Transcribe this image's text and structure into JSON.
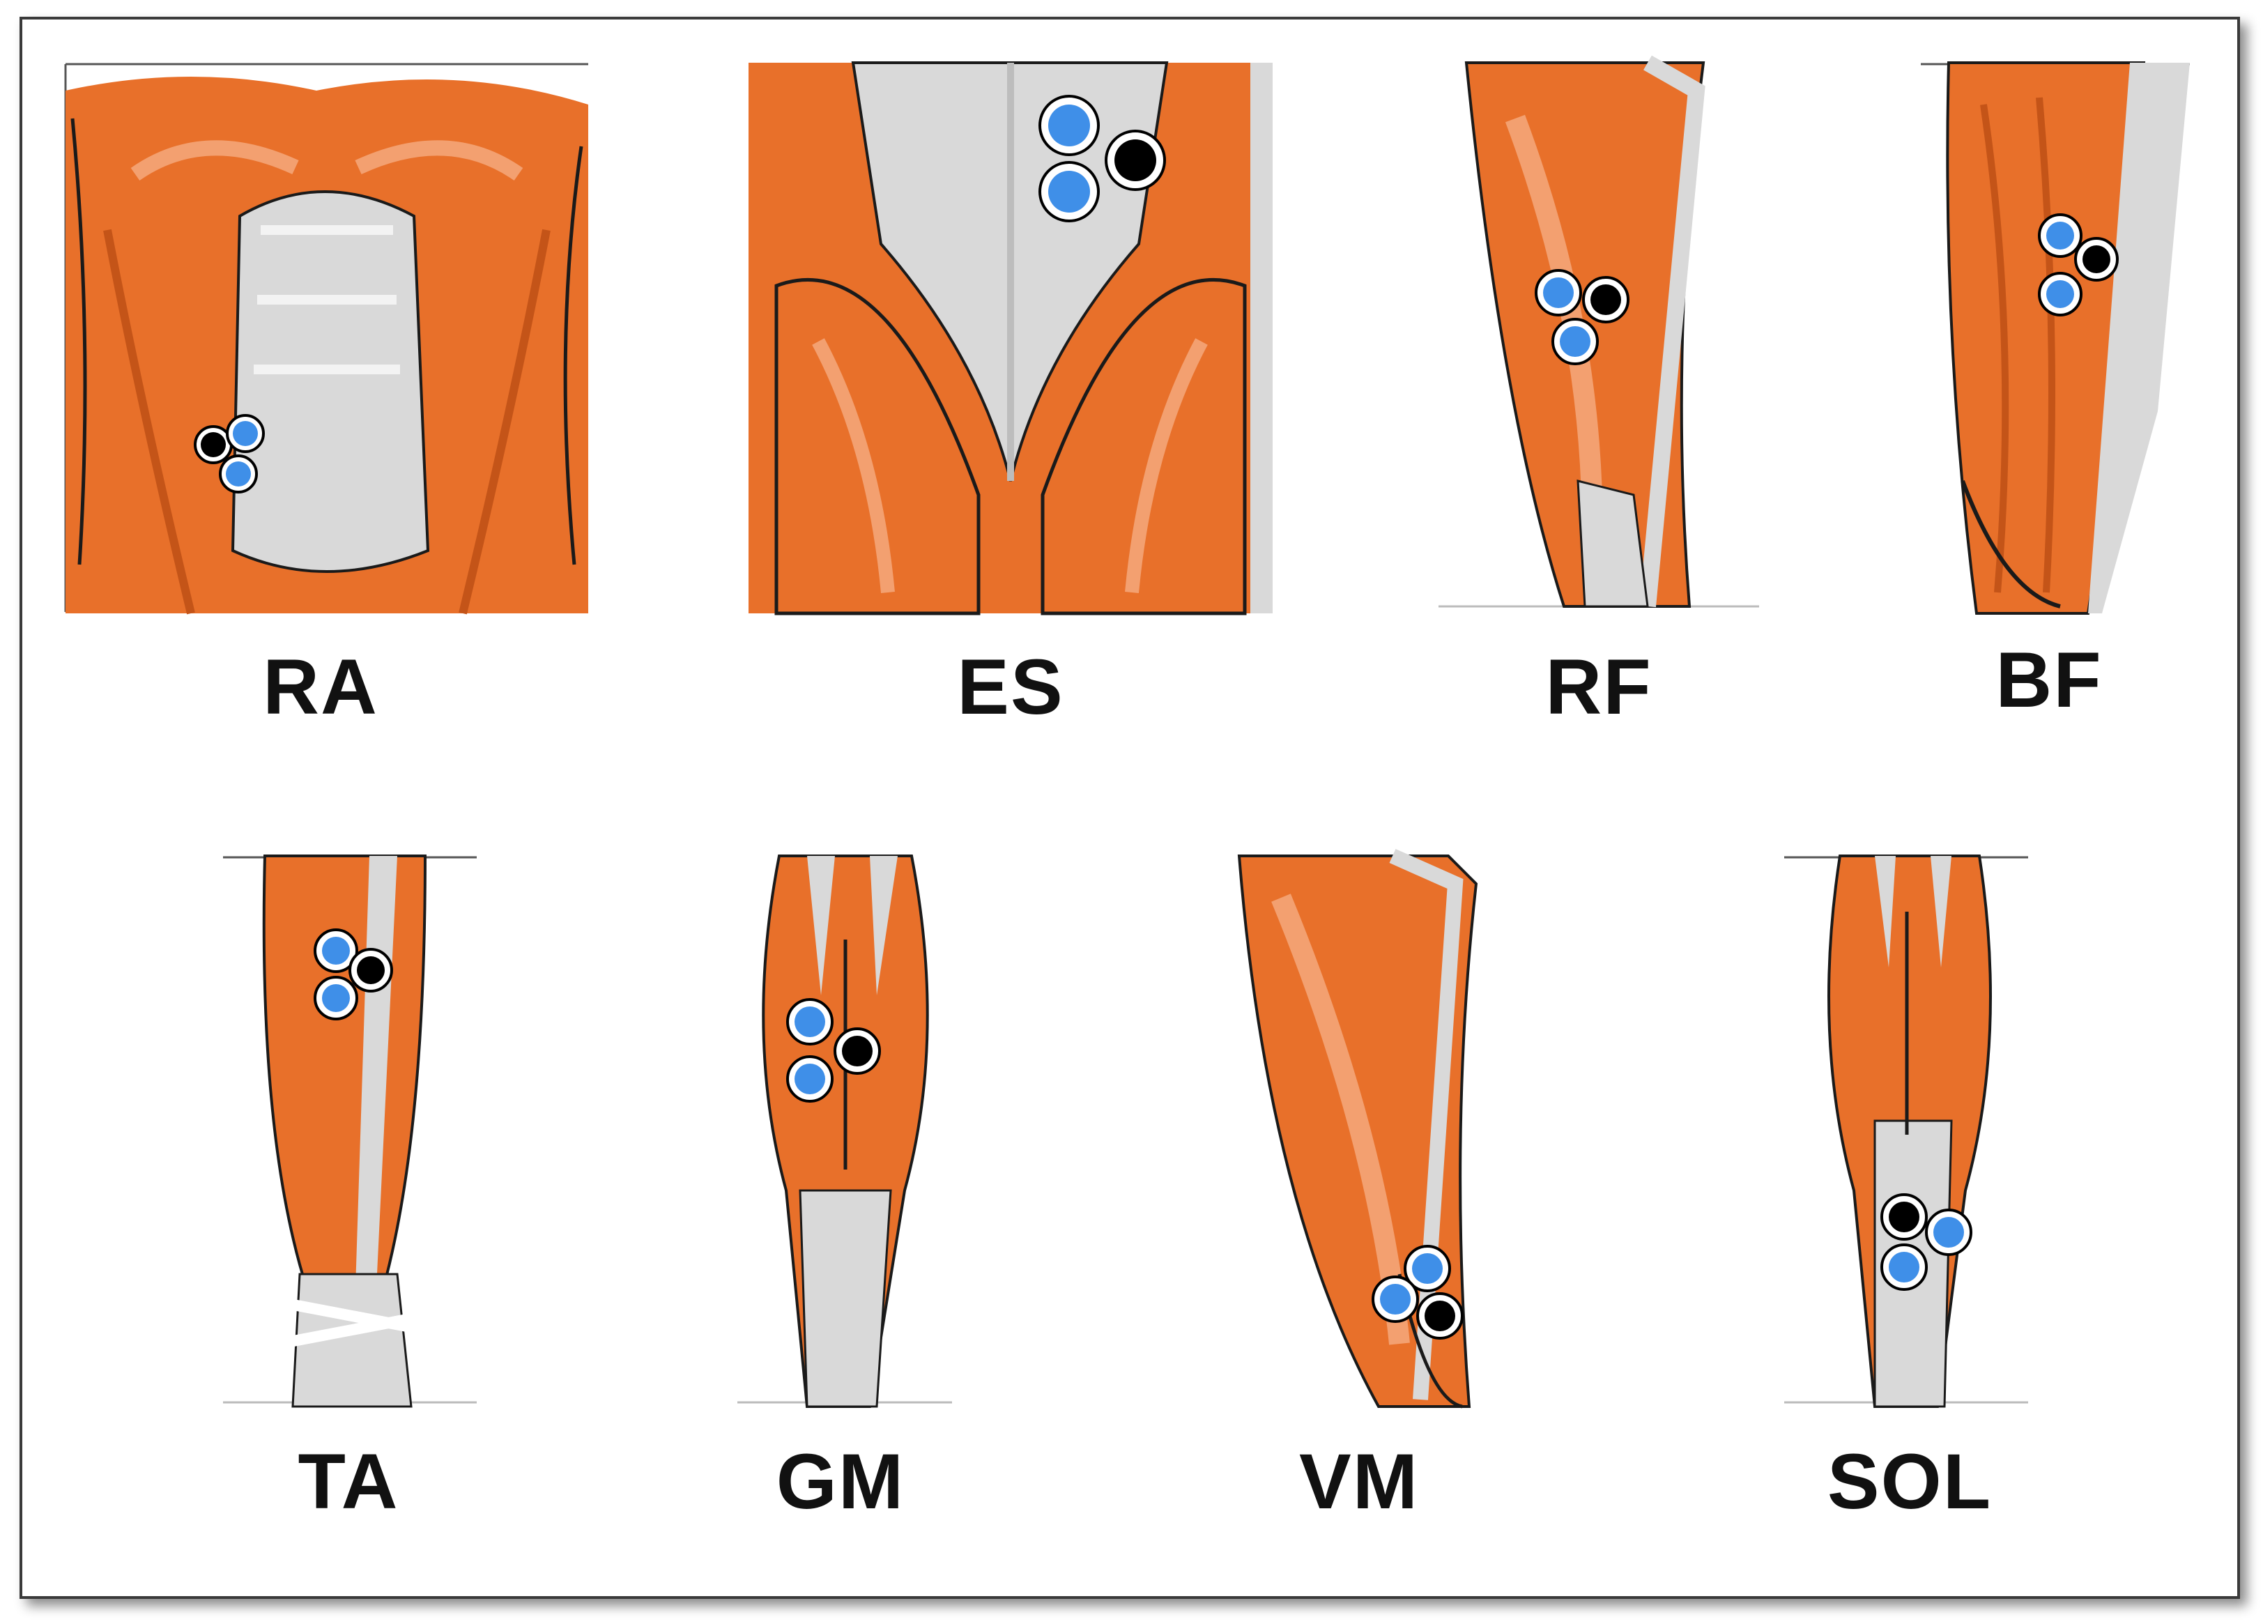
{
  "colors": {
    "muscle": "#e8702a",
    "muscle_light": "#f3a070",
    "muscle_dark": "#c45418",
    "tendon": "#d9d9d9",
    "outline": "#1a1a1a",
    "electrode_blue": "#3f8fe8",
    "electrode_ground": "#000000"
  },
  "panels": [
    {
      "id": "ra",
      "label": "RA",
      "region": "abdomen"
    },
    {
      "id": "es",
      "label": "ES",
      "region": "lower-back"
    },
    {
      "id": "rf",
      "label": "RF",
      "region": "anterior-thigh"
    },
    {
      "id": "bf",
      "label": "BF",
      "region": "posterior-thigh"
    },
    {
      "id": "ta",
      "label": "TA",
      "region": "anterior-shank"
    },
    {
      "id": "gm",
      "label": "GM",
      "region": "posterior-shank"
    },
    {
      "id": "vm",
      "label": "VM",
      "region": "medial-thigh"
    },
    {
      "id": "sol",
      "label": "SOL",
      "region": "posterior-lower-shank"
    }
  ]
}
